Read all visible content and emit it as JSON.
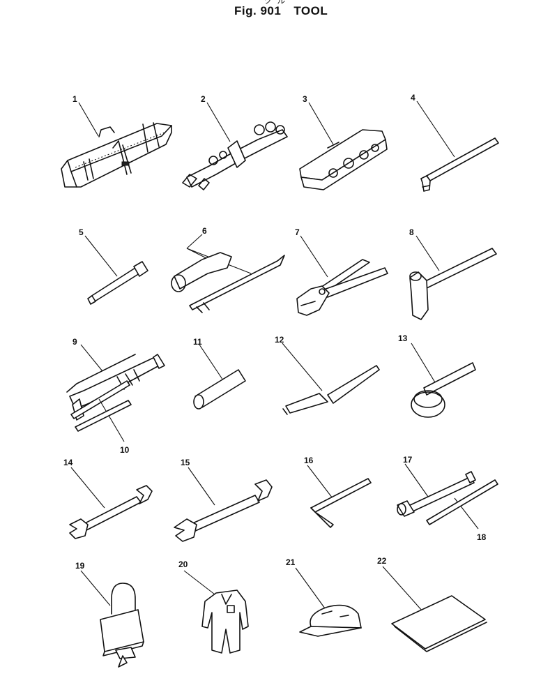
{
  "header": {
    "japanese_fragment": "ツ ル",
    "fig_label": "Fig. 901",
    "title": "TOOL"
  },
  "callouts": [
    "1",
    "2",
    "3",
    "4",
    "5",
    "6",
    "7",
    "8",
    "9",
    "10",
    "11",
    "12",
    "13",
    "14",
    "15",
    "16",
    "17",
    "18",
    "19",
    "20",
    "21",
    "22"
  ]
}
